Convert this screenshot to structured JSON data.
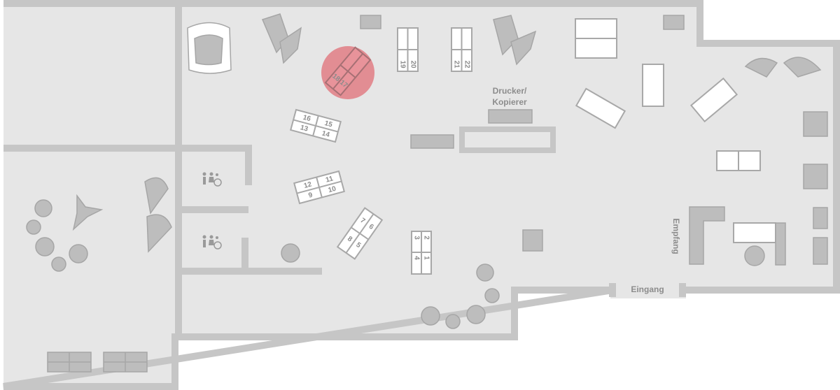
{
  "labels": {
    "printer_line1": "Drucker/",
    "printer_line2": "Kopierer",
    "reception": "Empfang",
    "entrance": "Eingang"
  },
  "highlighted_desk": [
    "17",
    "18"
  ],
  "colors": {
    "highlight": "#e07c84",
    "floor": "#e6e6e6",
    "wall": "#c6c6c6"
  },
  "desks": {
    "d1": [
      "1",
      "2",
      "3",
      "4"
    ],
    "d2": [
      "5",
      "6",
      "7",
      "8"
    ],
    "d3": [
      "9",
      "10",
      "11",
      "12"
    ],
    "d4": [
      "13",
      "14",
      "15",
      "16"
    ],
    "d5": [
      "17",
      "18"
    ],
    "d6": [
      "19",
      "20"
    ],
    "d7": [
      "21",
      "22"
    ]
  }
}
